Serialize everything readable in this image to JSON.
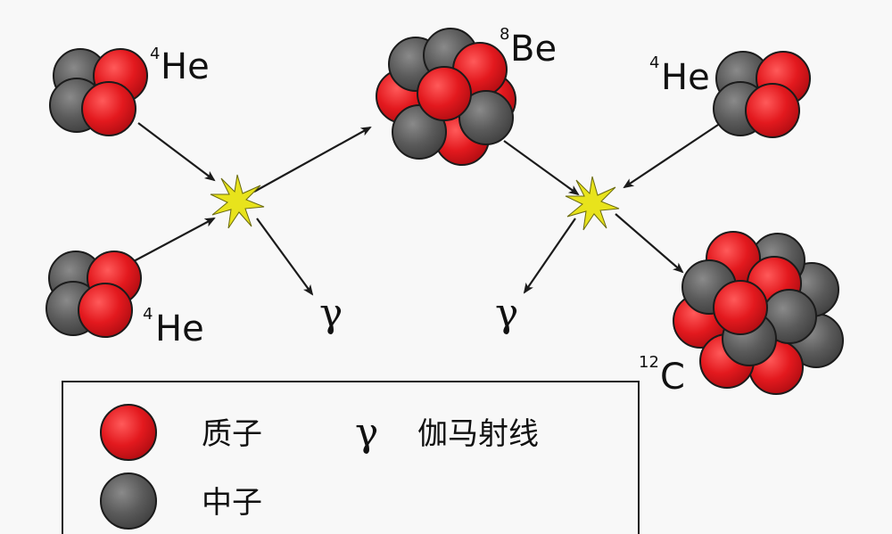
{
  "colors": {
    "proton": "#dd1d22",
    "neutron": "#585858",
    "outline": "#1b1b1b",
    "star": "#e6e21a",
    "arrow": "#1b1b1b"
  },
  "nuclei": {
    "he_top_left": {
      "mass": "4",
      "symbol": "He"
    },
    "he_bottom_left": {
      "mass": "4",
      "symbol": "He"
    },
    "be_center": {
      "mass": "8",
      "symbol": "Be"
    },
    "he_top_right": {
      "mass": "4",
      "symbol": "He"
    },
    "c_bottom_right": {
      "mass": "12",
      "symbol": "C"
    }
  },
  "gamma_symbol": "γ",
  "legend": {
    "proton_label": "质子",
    "neutron_label": "中子",
    "gamma_symbol": "γ",
    "gamma_label": "伽马射线"
  }
}
